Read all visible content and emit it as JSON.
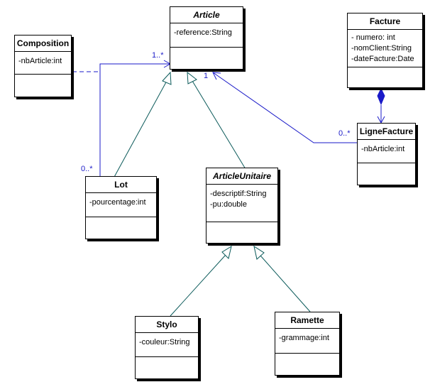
{
  "classes": {
    "article": {
      "name": "Article",
      "attributes": [
        "-reference:String"
      ]
    },
    "composition": {
      "name": "Composition",
      "attributes": [
        "-nbArticle:int"
      ]
    },
    "facture": {
      "name": "Facture",
      "attributes": [
        "- numero: int",
        "-nomClient:String",
        "-dateFacture:Date"
      ]
    },
    "ligne_facture": {
      "name": "LigneFacture",
      "attributes": [
        "-nbArticle:int"
      ]
    },
    "lot": {
      "name": "Lot",
      "attributes": [
        "-pourcentage:int"
      ]
    },
    "article_unitaire": {
      "name": "ArticleUnitaire",
      "attributes": [
        "-descriptif:String",
        "-pu:double"
      ]
    },
    "stylo": {
      "name": "Stylo",
      "attributes": [
        "-couleur:String"
      ]
    },
    "ramette": {
      "name": "Ramette",
      "attributes": [
        "-grammage:int"
      ]
    }
  },
  "multiplicities": {
    "lot_article_target": "1..*",
    "lot_article_source": "0..*",
    "ligne_article_target": "1",
    "ligne_article_source": "0..*"
  },
  "colors": {
    "association": "#1a1ac8",
    "generalization": "#0b5a5a",
    "outline": "#000000"
  }
}
